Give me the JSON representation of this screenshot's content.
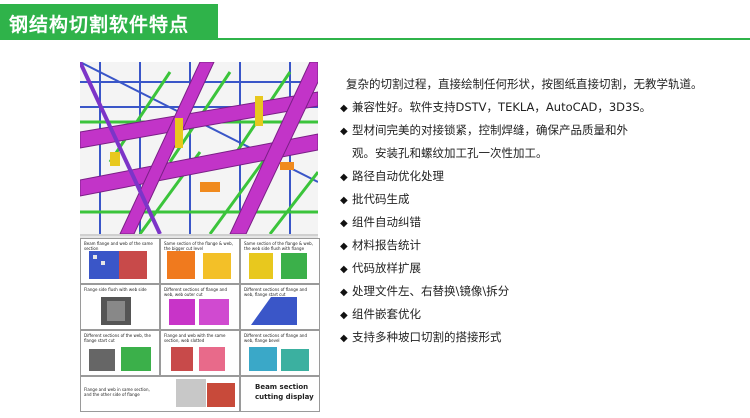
{
  "header": {
    "title": "钢结构切割软件特点",
    "accent_color": "#2fb34a"
  },
  "figure": {
    "cells": [
      {
        "caption": "Beam flange and web of the same section"
      },
      {
        "caption": "Same section of the flange & web, the bigger cut level"
      },
      {
        "caption": "Same section of the flange & web, the web side flush with flange"
      },
      {
        "caption": "Flange side flush with web side"
      },
      {
        "caption": "Different sections of flange and web, web outer cut"
      },
      {
        "caption": "Different sections of flange and web, flange start cut"
      },
      {
        "caption": "Different sections of the web, the flange start cut"
      },
      {
        "caption": "Flange and web with the same section, web slotted"
      },
      {
        "caption": "Different sections of flange and web, flange bevel"
      },
      {
        "caption": "Flange and web in same section, and the other side of flange"
      }
    ],
    "title_lines": [
      "Beam section",
      "cutting display"
    ]
  },
  "features": {
    "intro": "复杂的切割过程，直接绘制任何形状，按图纸直接切割，无教学轨道。",
    "bullet_icon": "diamond-bullet-icon",
    "items": [
      "兼容性好。软件支持DSTV，TEKLA，AutoCAD，3D3S。",
      "型材间完美的对接锁紧，控制焊缝，确保产品质量和外",
      "路径自动优化处理",
      "批代码生成",
      "组件自动纠错",
      "材料报告统计",
      "代码放样扩展",
      "处理文件左、右替换\\镜像\\拆分",
      "组件嵌套优化",
      "支持多种坡口切割的搭接形式"
    ],
    "continuation": "观。安装孔和螺纹加工孔一次性加工。"
  }
}
